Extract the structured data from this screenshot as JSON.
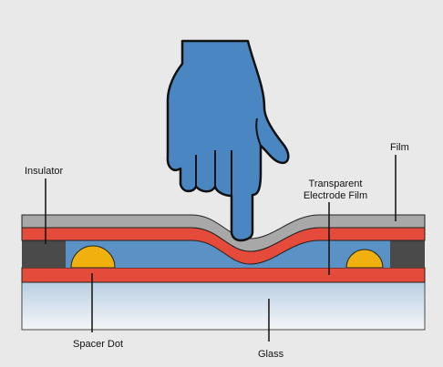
{
  "labels": {
    "insulator": "Insulator",
    "film": "Film",
    "transparent_line1": "Transparent",
    "transparent_line2": "Electrode Film",
    "spacer_dot": "Spacer Dot",
    "glass": "Glass"
  },
  "colors": {
    "background": "#e9e9e9",
    "film": "#a8a8a8",
    "electrode": "#e44b3a",
    "air_gap": "#5b92c6",
    "spacer_dot": "#f0b10e",
    "insulator": "#4a4a4a",
    "glass_top": "#b9cfe3",
    "glass_bottom": "#f4f6f8",
    "hand": "#4a87c2"
  },
  "icons": {
    "hand": "pointing-hand-icon"
  }
}
